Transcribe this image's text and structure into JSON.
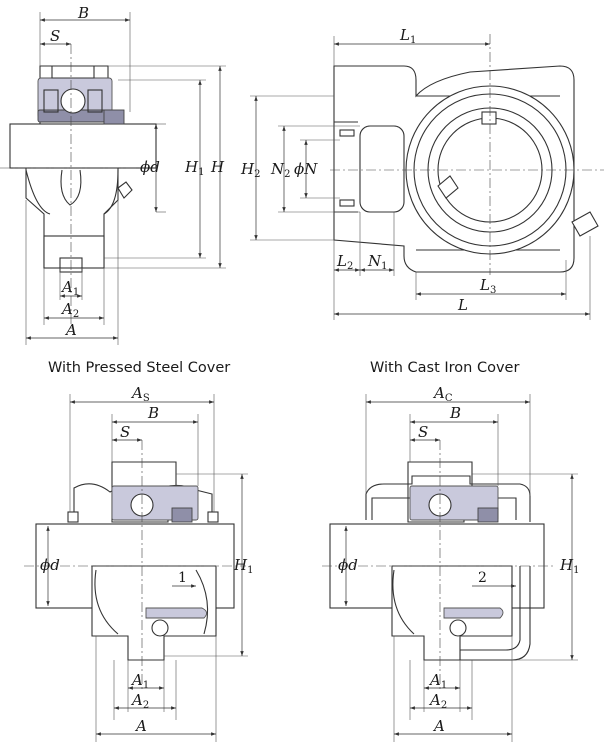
{
  "labels": {
    "B": "B",
    "S": "S",
    "phi_d": "ϕd",
    "H1": "H",
    "H1_sub": "1",
    "H": "H",
    "A1": "A",
    "A1_sub": "1",
    "A2": "A",
    "A2_sub": "2",
    "A": "A",
    "L1": "L",
    "L1_sub": "1",
    "H2": "H",
    "H2_sub": "2",
    "N2": "N",
    "N2_sub": "2",
    "phi_N": "ϕN",
    "L2": "L",
    "L2_sub": "2",
    "N1": "N",
    "N1_sub": "1",
    "L3": "L",
    "L3_sub": "3",
    "L": "L",
    "As": "A",
    "As_sub": "S",
    "Ac": "A",
    "Ac_sub": "C",
    "gap_pressed": "1",
    "gap_cast": "2"
  },
  "captions": {
    "pressed_steel": "With Pressed Steel Cover",
    "cast_iron": "With Cast Iron Cover"
  },
  "colors": {
    "bearing_fill": "#c9c9dc",
    "bearing_dark": "#8f8fa8",
    "line": "#333333"
  }
}
